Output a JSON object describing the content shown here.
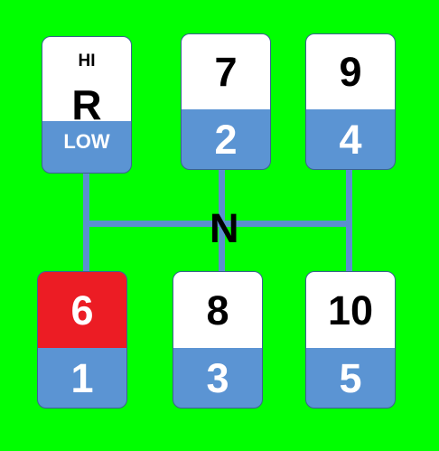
{
  "shift_pattern": {
    "neutral_label": "N",
    "colors": {
      "background": "#00ff00",
      "box_bottom": "#5b94d3",
      "box_top": "#ffffff",
      "highlight": "#ec1c24",
      "line": "#5b8fcf"
    },
    "top_row": [
      {
        "hi_label": "HI",
        "top": "R",
        "bottom": "LOW"
      },
      {
        "top": "7",
        "bottom": "2"
      },
      {
        "top": "9",
        "bottom": "4"
      }
    ],
    "bottom_row": [
      {
        "top": "6",
        "bottom": "1",
        "highlighted": true
      },
      {
        "top": "8",
        "bottom": "3"
      },
      {
        "top": "10",
        "bottom": "5"
      }
    ]
  }
}
